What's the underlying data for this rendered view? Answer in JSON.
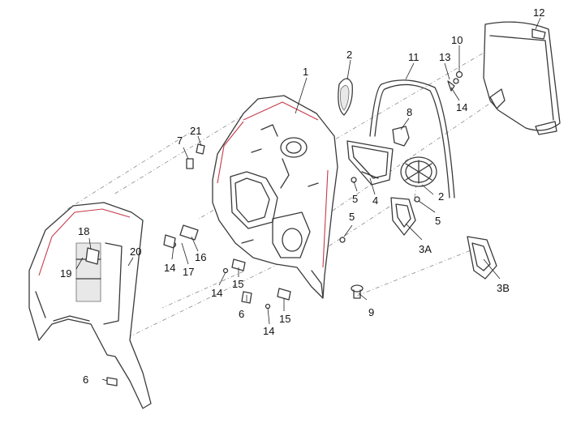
{
  "callouts": [
    {
      "label": "1"
    },
    {
      "label": "2"
    },
    {
      "label": "2"
    },
    {
      "label": "3A"
    },
    {
      "label": "3B"
    },
    {
      "label": "4"
    },
    {
      "label": "5"
    },
    {
      "label": "5"
    },
    {
      "label": "5"
    },
    {
      "label": "6"
    },
    {
      "label": "6"
    },
    {
      "label": "7"
    },
    {
      "label": "8"
    },
    {
      "label": "9"
    },
    {
      "label": "10"
    },
    {
      "label": "11"
    },
    {
      "label": "12"
    },
    {
      "label": "13"
    },
    {
      "label": "14"
    },
    {
      "label": "14"
    },
    {
      "label": "14"
    },
    {
      "label": "14"
    },
    {
      "label": "15"
    },
    {
      "label": "15"
    },
    {
      "label": "16"
    },
    {
      "label": "17"
    },
    {
      "label": "18"
    },
    {
      "label": "19"
    },
    {
      "label": "20"
    },
    {
      "label": "21"
    }
  ],
  "colors": {
    "line": "#3a3a3a",
    "accent": "#c63a4a",
    "dash": "#8a8a8a"
  }
}
